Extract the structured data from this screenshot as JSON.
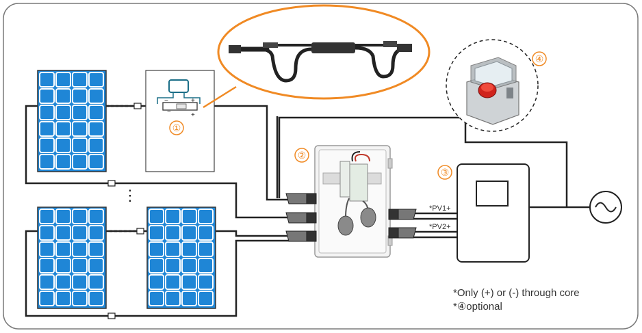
{
  "labels": {
    "pv1": "*PV1+",
    "pv2": "*PV2+",
    "ellipsis": "⋮"
  },
  "markers": {
    "m1": "①",
    "m2": "②",
    "m3": "③",
    "m4": "④"
  },
  "notes": {
    "line1": "*Only (+) or (-) through core",
    "line2": "*④optional"
  },
  "module_symbols": {
    "minus": "−",
    "plus": "+"
  },
  "colors": {
    "accent": "#f08a24",
    "panel": "#1f86d6",
    "panel_frame": "#0f5fa8",
    "wire": "#222222",
    "border": "#777777"
  },
  "icons": [
    "solar-panel-icon",
    "optimizer-module-icon",
    "y-branch-cable-icon",
    "combiner-box-icon",
    "inverter-icon",
    "ac-grid-icon",
    "emergency-stop-switch-icon"
  ]
}
